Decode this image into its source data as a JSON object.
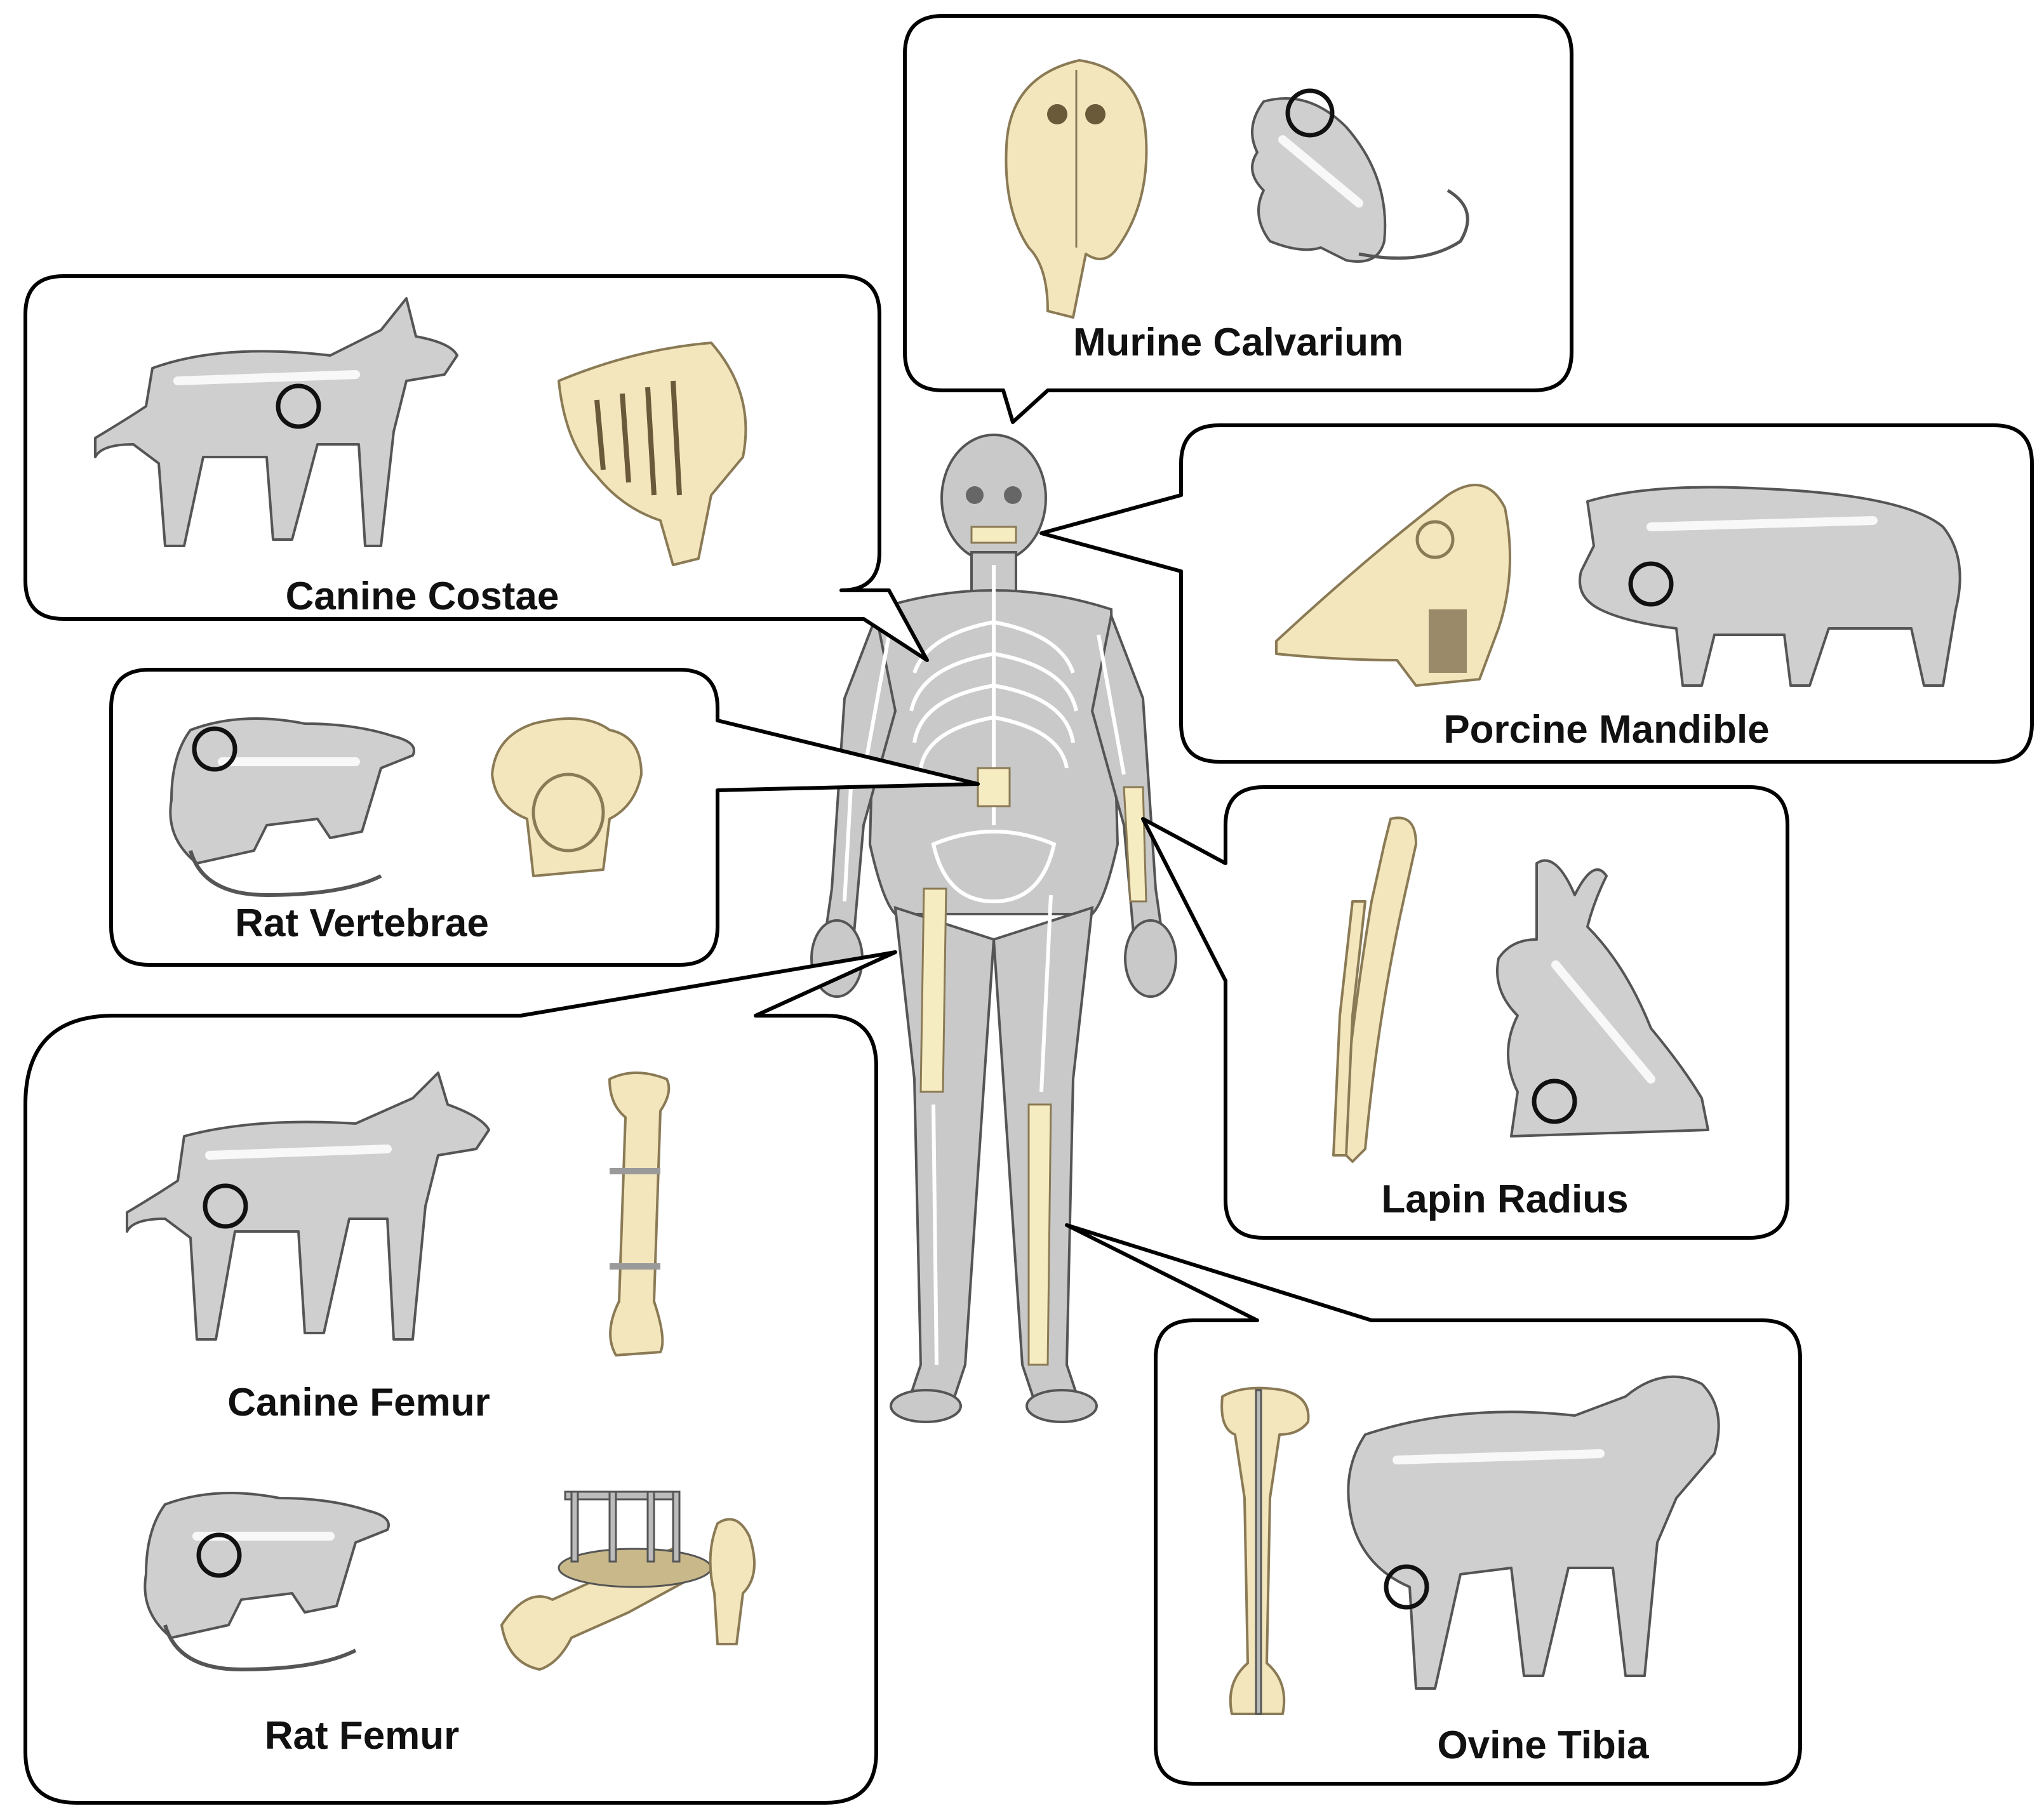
{
  "labels": {
    "murine_calvarium": "Murine Calvarium",
    "canine_costae": "Canine Costae",
    "porcine_mandible": "Porcine Mandible",
    "rat_vertebrae": "Rat Vertebrae",
    "lapin_radius": "Lapin Radius",
    "canine_femur": "Canine Femur",
    "rat_femur": "Rat Femur",
    "ovine_tibia": "Ovine Tibia"
  },
  "colors": {
    "bone": "#f3e6bd",
    "animal": "#cfcfcf",
    "outline": "#000000"
  },
  "icons": [
    "human-skeleton-icon",
    "dog-icon",
    "rat-icon",
    "mouse-icon",
    "pig-icon",
    "rabbit-icon",
    "sheep-icon",
    "skull-icon",
    "femur-icon",
    "tibia-icon",
    "radius-icon",
    "vertebra-icon",
    "ribcage-icon"
  ]
}
